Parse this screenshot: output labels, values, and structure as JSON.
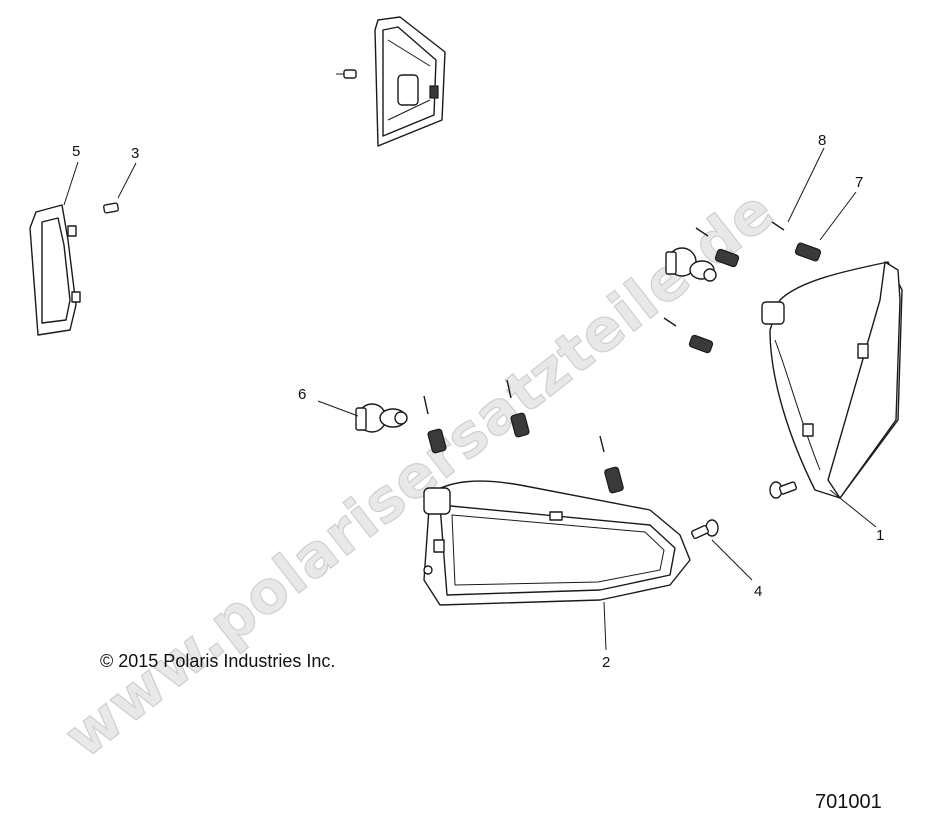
{
  "watermark": "www.polarisersatzteile.de",
  "copyright": "© 2015 Polaris Industries Inc.",
  "figure_number": "701001",
  "callouts": {
    "c1": "1",
    "c2": "2",
    "c3": "3",
    "c4": "4",
    "c5": "5",
    "c6": "6",
    "c7": "7",
    "c8": "8"
  }
}
